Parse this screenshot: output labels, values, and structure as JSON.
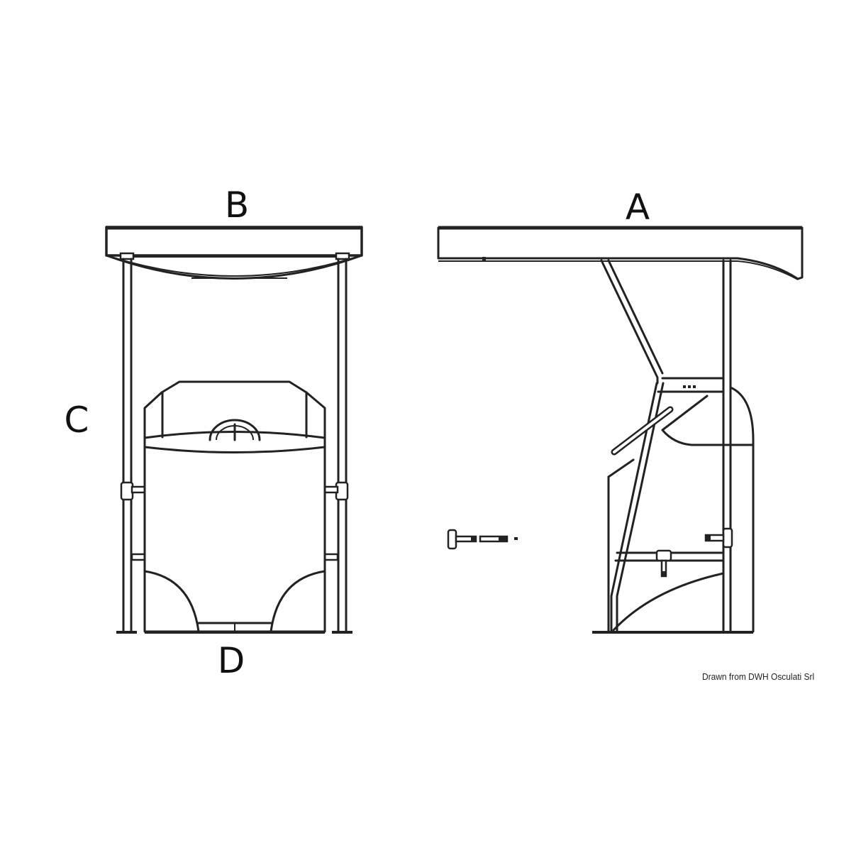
{
  "diagram": {
    "subject": "Boat T-top console canopy, front and side views",
    "front_view": {
      "labels": {
        "top_width": "B",
        "height": "C",
        "base_width": "D"
      }
    },
    "side_view": {
      "labels": {
        "top_length": "A"
      }
    },
    "parts": {
      "fastener": "T-knob bolt with sleeve and nut (exploded)"
    },
    "credit": "Drawn from DWH Osculati Srl",
    "colors": {
      "line": "#222222",
      "background": "#ffffff"
    }
  }
}
